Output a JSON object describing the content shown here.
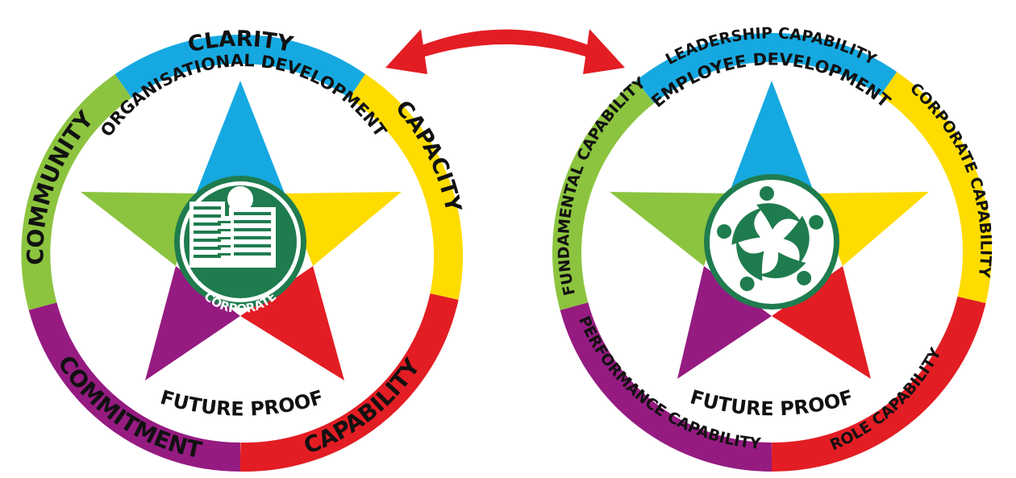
{
  "colors": {
    "blue": "#16a9e1",
    "yellow": "#fedc00",
    "red": "#e31d24",
    "purple": "#951b81",
    "green": "#8cc43f",
    "emblem_green": "#1f7c4e",
    "arrow_red": "#e31d24",
    "text": "#111111"
  },
  "left": {
    "title": "ORGANISATIONAL DEVELOPMENT",
    "footer": "FUTURE PROOF",
    "emblem_label": "CORPORATE",
    "emblem_icon": "office-buildings-icon",
    "segments": {
      "top": "CLARITY",
      "right": "CAPACITY",
      "bottom_right": "CAPABILITY",
      "bottom_left": "COMMITMENT",
      "left": "COMMUNITY"
    }
  },
  "right": {
    "title": "EMPLOYEE DEVELOPMENT",
    "footer": "FUTURE PROOF",
    "emblem_icon": "people-circle-icon",
    "segments": {
      "top": "LEADERSHIP CAPABILITY",
      "right": "CORPORATE CAPABILITY",
      "bottom_right": "ROLE CAPABILITY",
      "bottom_left": "PERFORMANCE CAPABILITY",
      "left": "FUNDAMENTAL CAPABILITY"
    }
  },
  "connector": {
    "icon": "double-headed-curved-arrow-icon"
  }
}
